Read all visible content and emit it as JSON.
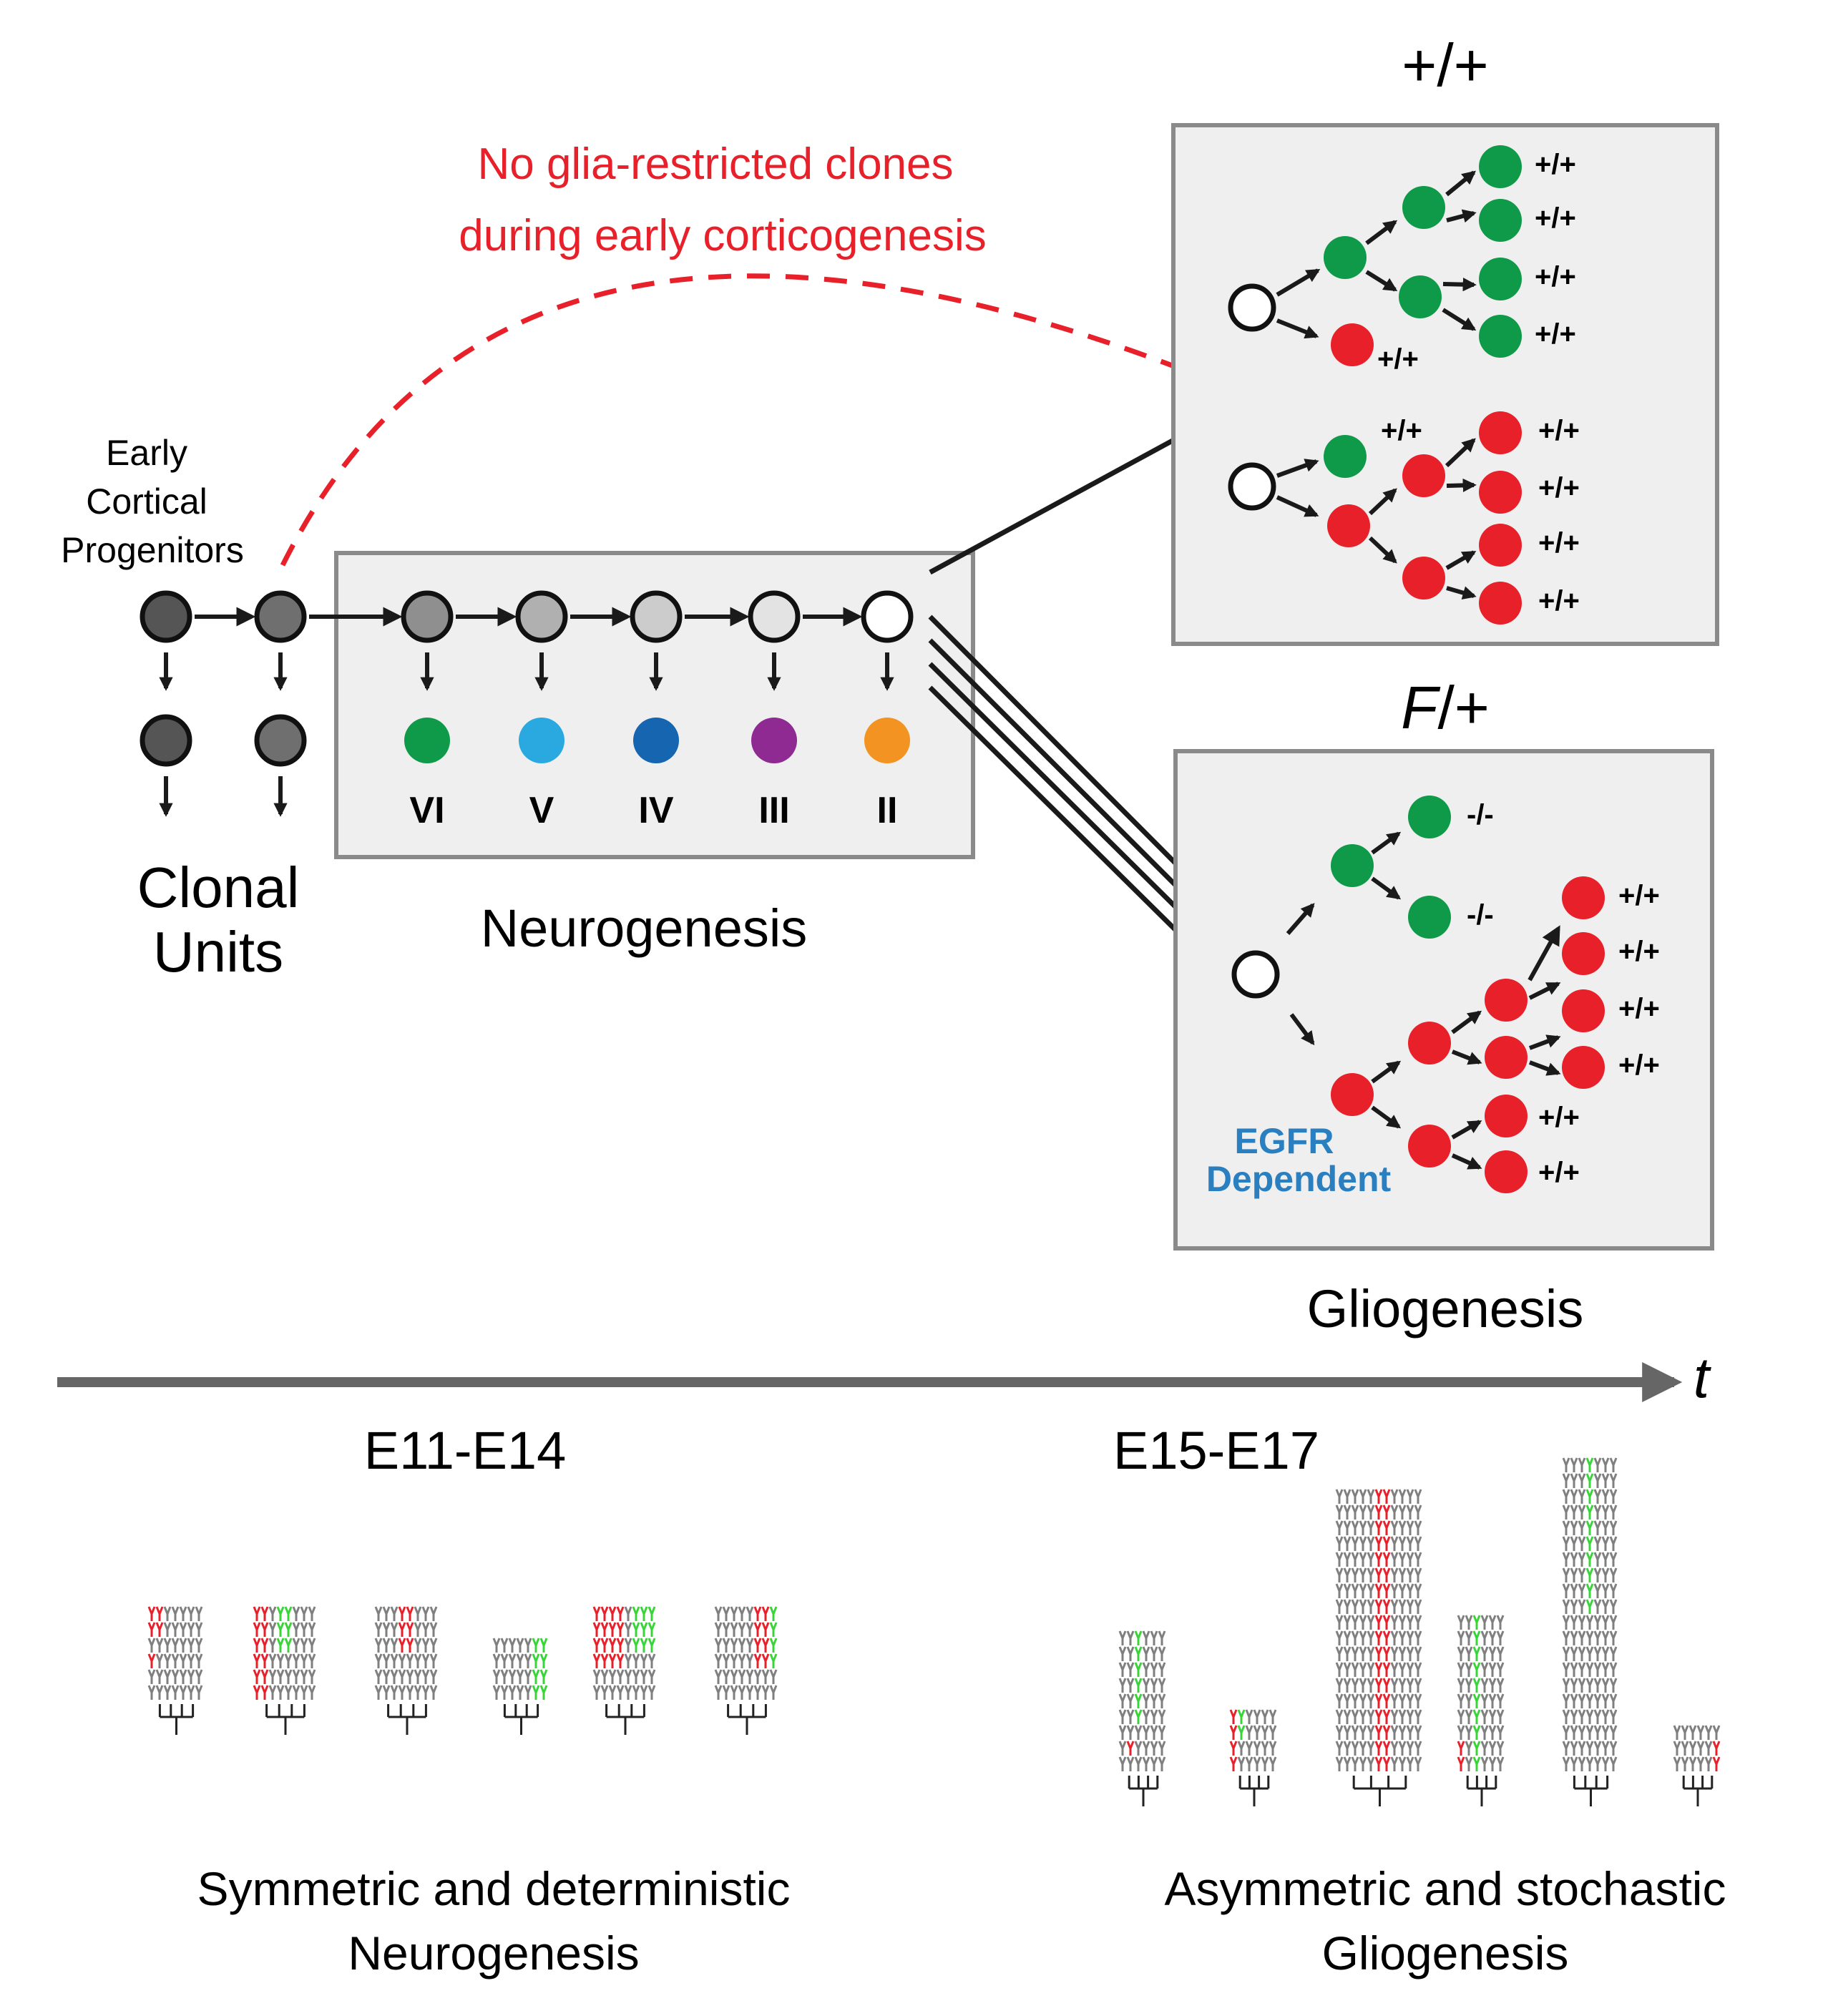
{
  "colors": {
    "panel_fill": "#efefef",
    "panel_border": "#8a8a8a",
    "red": "#e8202a",
    "green": "#0f9a4a",
    "blue_text": "#2a7fc0",
    "arrow": "#1a1a1a",
    "timeline": "#666666",
    "layer_VI": "#0f9a4a",
    "layer_V": "#2aa9e0",
    "layer_IV": "#1565b0",
    "layer_III": "#8e2a92",
    "layer_II": "#f29322",
    "progenitor_shades": [
      "#555555",
      "#6f6f6f",
      "#8f8f8f",
      "#b0b0b0",
      "#cccccc",
      "#e3e3e3",
      "#ffffff"
    ],
    "tree_gray": "#7f7f7f",
    "tree_green": "#38d438"
  },
  "annotation": {
    "line1": "No glia-restricted clones",
    "line2": "during early corticogenesis"
  },
  "progenitors_label": {
    "line1": "Early",
    "line2": "Cortical",
    "line3": "Progenitors"
  },
  "clonal_units": {
    "line1": "Clonal",
    "line2": "Units"
  },
  "neurogenesis": {
    "label": "Neurogenesis",
    "layers": [
      "VI",
      "V",
      "IV",
      "III",
      "II"
    ]
  },
  "wt_panel": {
    "title": "+/+",
    "genotypes": [
      "+/+",
      "+/+",
      "+/+",
      "+/+",
      "+/+",
      "+/+",
      "+/+",
      "+/+",
      "+/+",
      "+/+",
      "+/+"
    ]
  },
  "fl_panel": {
    "title_italic": "F",
    "title_rest": "/+",
    "genotypes": [
      "-/-",
      "-/-",
      "+/+",
      "+/+",
      "+/+",
      "+/+",
      "+/+",
      "+/+"
    ],
    "egfr_line1": "EGFR",
    "egfr_line2": "Dependent"
  },
  "gliogenesis_label": "Gliogenesis",
  "timeline": {
    "symbol": "t",
    "label_early": "E11-E14",
    "label_late": "E15-E17"
  },
  "bottom": {
    "left_line1": "Symmetric and deterministic",
    "left_line2": "Neurogenesis",
    "right_line1": "Asymmetric and stochastic",
    "right_line2": "Gliogenesis"
  }
}
